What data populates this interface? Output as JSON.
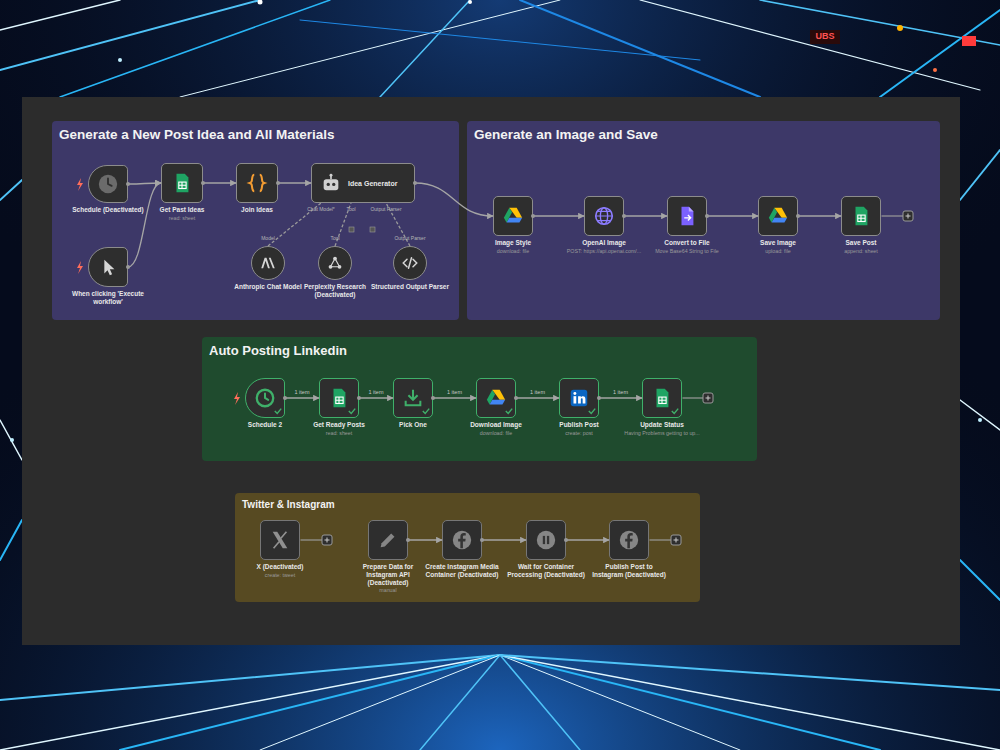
{
  "diagram": {
    "nodes": [
      {
        "text": [
          "Generate a New Post Idea and All Materials"
        ]
      },
      {
        "text": [
          "Schedule (Deactivated)"
        ],
        "in": 0
      },
      {
        "text": [
          "When clicking 'Execute workflow'"
        ],
        "in": 0
      },
      {
        "text": [
          "Get Past Ideas",
          "read: sheet"
        ],
        "in": 0
      },
      {
        "text": [
          "Join Ideas"
        ],
        "in": 0
      },
      {
        "text": [
          "Idea Generator"
        ],
        "in": 0
      },
      {
        "text": [
          "Anthropic Chat Model"
        ],
        "in": 0
      },
      {
        "text": [
          "Perplexity Research (Deactivated)"
        ],
        "in": 0
      },
      {
        "text": [
          "Structured Output Parser"
        ],
        "in": 0
      },
      {
        "text": [
          "Generate an Image and Save"
        ]
      },
      {
        "text": [
          "Image Style",
          "download: file"
        ],
        "in": 9
      },
      {
        "text": [
          "OpenAI Image",
          "POST: https://api.openai.com/..."
        ],
        "in": 9
      },
      {
        "text": [
          "Convert to File",
          "Move Base64 String to File"
        ],
        "in": 9
      },
      {
        "text": [
          "Save Image",
          "upload: file"
        ],
        "in": 9
      },
      {
        "text": [
          "Save Post",
          "append: sheet"
        ],
        "in": 9
      },
      {
        "text": [
          "Auto Posting Linkedin"
        ]
      },
      {
        "text": [
          "Schedule 2"
        ],
        "in": 15
      },
      {
        "text": [
          "Get Ready Posts",
          "read: sheet"
        ],
        "in": 15
      },
      {
        "text": [
          "Pick One"
        ],
        "in": 15
      },
      {
        "text": [
          "Download Image",
          "download: file"
        ],
        "in": 15
      },
      {
        "text": [
          "Publish Post",
          "create: post"
        ],
        "in": 15
      },
      {
        "text": [
          "Update Status",
          "Having Problems getting to up..."
        ],
        "in": 15
      },
      {
        "text": [
          "Twitter & Instagram"
        ]
      },
      {
        "text": [
          "X (Deactivated)",
          "create: tweet"
        ],
        "in": 22
      },
      {
        "text": [
          "Prepare Data for Instagram API (Deactivated)",
          "manual"
        ],
        "in": 22
      },
      {
        "text": [
          "Create Instagram Media Container (Deactivated)"
        ],
        "in": 22
      },
      {
        "text": [
          "Wait for Container Processing (Deactivated)"
        ],
        "in": 22
      },
      {
        "text": [
          "Publish Post to Instagram (Deactivated)"
        ],
        "in": 22
      }
    ],
    "edges": [
      {
        "from": 1,
        "to": 3,
        "arrow": "to"
      },
      {
        "from": 2,
        "to": 3,
        "arrow": "to"
      },
      {
        "from": 3,
        "to": 4,
        "arrow": "to"
      },
      {
        "from": 4,
        "to": 5,
        "arrow": "to"
      },
      {
        "from": 5,
        "to": 10,
        "arrow": "to"
      },
      {
        "from": 6,
        "to": 5,
        "arrow": "none"
      },
      {
        "from": 7,
        "to": 5,
        "arrow": "none"
      },
      {
        "from": 8,
        "to": 5,
        "arrow": "none"
      },
      {
        "from": 10,
        "to": 11,
        "arrow": "to"
      },
      {
        "from": 11,
        "to": 12,
        "arrow": "to"
      },
      {
        "from": 12,
        "to": 13,
        "arrow": "to"
      },
      {
        "from": 13,
        "to": 14,
        "arrow": "to"
      },
      {
        "from": 16,
        "to": 17,
        "label": "1 item",
        "arrow": "to"
      },
      {
        "from": 17,
        "to": 18,
        "label": "1 item",
        "arrow": "to"
      },
      {
        "from": 18,
        "to": 19,
        "label": "1 item",
        "arrow": "to"
      },
      {
        "from": 19,
        "to": 20,
        "label": "1 item",
        "arrow": "to"
      },
      {
        "from": 20,
        "to": 21,
        "label": "1 item",
        "arrow": "to"
      },
      {
        "from": 24,
        "to": 25,
        "arrow": "to"
      },
      {
        "from": 25,
        "to": 26,
        "arrow": "to"
      },
      {
        "from": 26,
        "to": 27,
        "arrow": "to"
      }
    ],
    "labels": [
      "Chat Model*",
      "Tool",
      "Output Parser",
      "Model",
      "Tool",
      "Output Parser",
      "UBS"
    ]
  }
}
